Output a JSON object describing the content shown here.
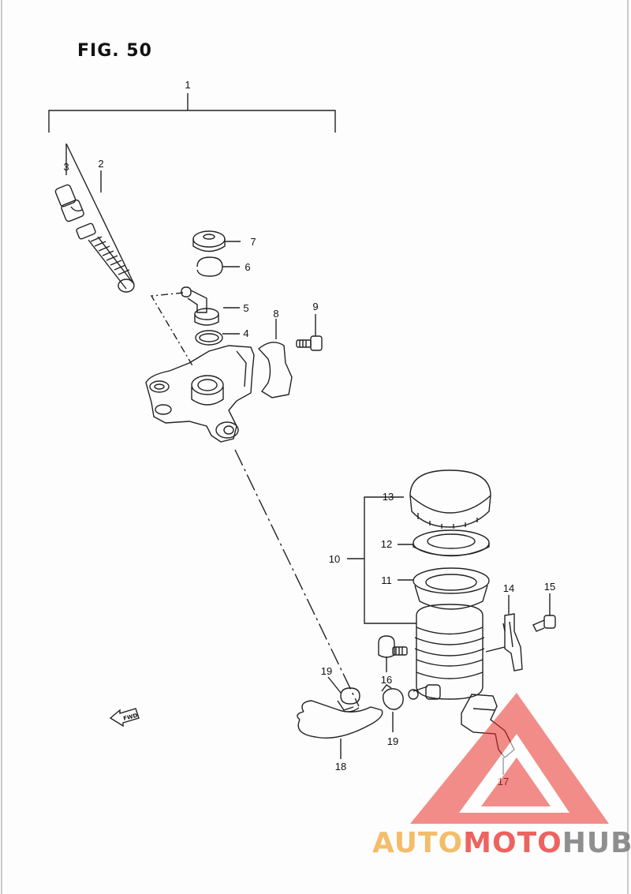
{
  "figure": {
    "title": "FIG. 50"
  },
  "callouts": [
    "1",
    "2",
    "3",
    "4",
    "5",
    "6",
    "7",
    "8",
    "9",
    "10",
    "11",
    "12",
    "13",
    "14",
    "15",
    "16",
    "17",
    "18",
    "19",
    "19"
  ],
  "fwd_arrow": {
    "label": "FWD"
  },
  "watermark": {
    "part_a": "AUTO",
    "part_b": "MOTO",
    "part_c": "HUB"
  },
  "colors": {
    "line": "#222222",
    "watermark_red": "#e8302b",
    "watermark_orange": "#f2a83a",
    "watermark_grey": "#6b6b6b"
  }
}
